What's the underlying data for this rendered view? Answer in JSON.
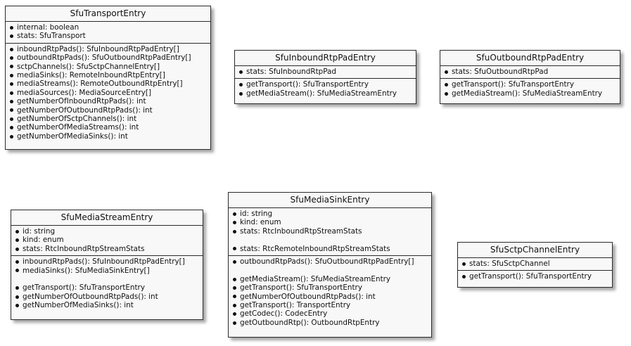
{
  "classes": {
    "transport": {
      "name": "SfuTransportEntry",
      "fields": [
        "internal: boolean",
        "stats: SfuTransport"
      ],
      "methods": [
        "inboundRtpPads(): SfuInboundRtpPadEntry[]",
        "outboundRtpPads(): SfuOutboundRtpPadEntry[]",
        "sctpChannels(): SfuSctpChannelEntry[]",
        "mediaSinks(): RemoteInboundRtpEntry[]",
        "mediaStreams(): RemoteOutboundRtpEntry[]",
        "mediaSources(): MediaSourceEntry[]",
        "getNumberOfInboundRtpPads(): int",
        "getNumberOfOutboundRtpPads(): int",
        "getNumberOfSctpChannels(): int",
        "getNumberOfMediaStreams(): int",
        "getNumberOfMediaSinks(): int"
      ]
    },
    "inboundPad": {
      "name": "SfuInboundRtpPadEntry",
      "fields": [
        "stats: SfuInboundRtpPad"
      ],
      "methods": [
        "getTransport(): SfuTransportEntry",
        "getMediaStream(): SfuMediaStreamEntry"
      ]
    },
    "outboundPad": {
      "name": "SfuOutboundRtpPadEntry",
      "fields": [
        "stats: SfuOutboundRtpPad"
      ],
      "methods": [
        "getTransport(): SfuTransportEntry",
        "getMediaStream(): SfuMediaStreamEntry"
      ]
    },
    "mediaStream": {
      "name": "SfuMediaStreamEntry",
      "fields": [
        "id: string",
        "kind: enum",
        "stats: RtcInboundRtpStreamStats"
      ],
      "methods": [
        "inboundRtpPads(): SfuInboundRtpPadEntry[]",
        "mediaSinks(): SfuMediaSinkEntry[]",
        "",
        "getTransport(): SfuTransportEntry",
        "getNumberOfOutboundRtpPads(): int",
        "getNumberOfMediaSinks(): int"
      ]
    },
    "mediaSink": {
      "name": "SfuMediaSinkEntry",
      "fields": [
        "id: string",
        "kind: enum",
        "stats: RtcInboundRtpStreamStats",
        "",
        "stats: RtcRemoteInboundRtpStreamStats"
      ],
      "methods": [
        "outboundRtpPads(): SfuOutboundRtpPadEntry[]",
        "",
        "getMediaStream(): SfuMediaStreamEntry",
        "getTransport(): SfuTransportEntry",
        "getNumberOfOutboundRtpPads(): int",
        "getTransport(): TransportEntry",
        "getCodec(): CodecEntry",
        "getOutboundRtp(): OutboundRtpEntry"
      ]
    },
    "sctpChannel": {
      "name": "SfuSctpChannelEntry",
      "fields": [
        "stats: SfuSctpChannel"
      ],
      "methods": [
        "getTransport(): SfuTransportEntry"
      ]
    }
  }
}
